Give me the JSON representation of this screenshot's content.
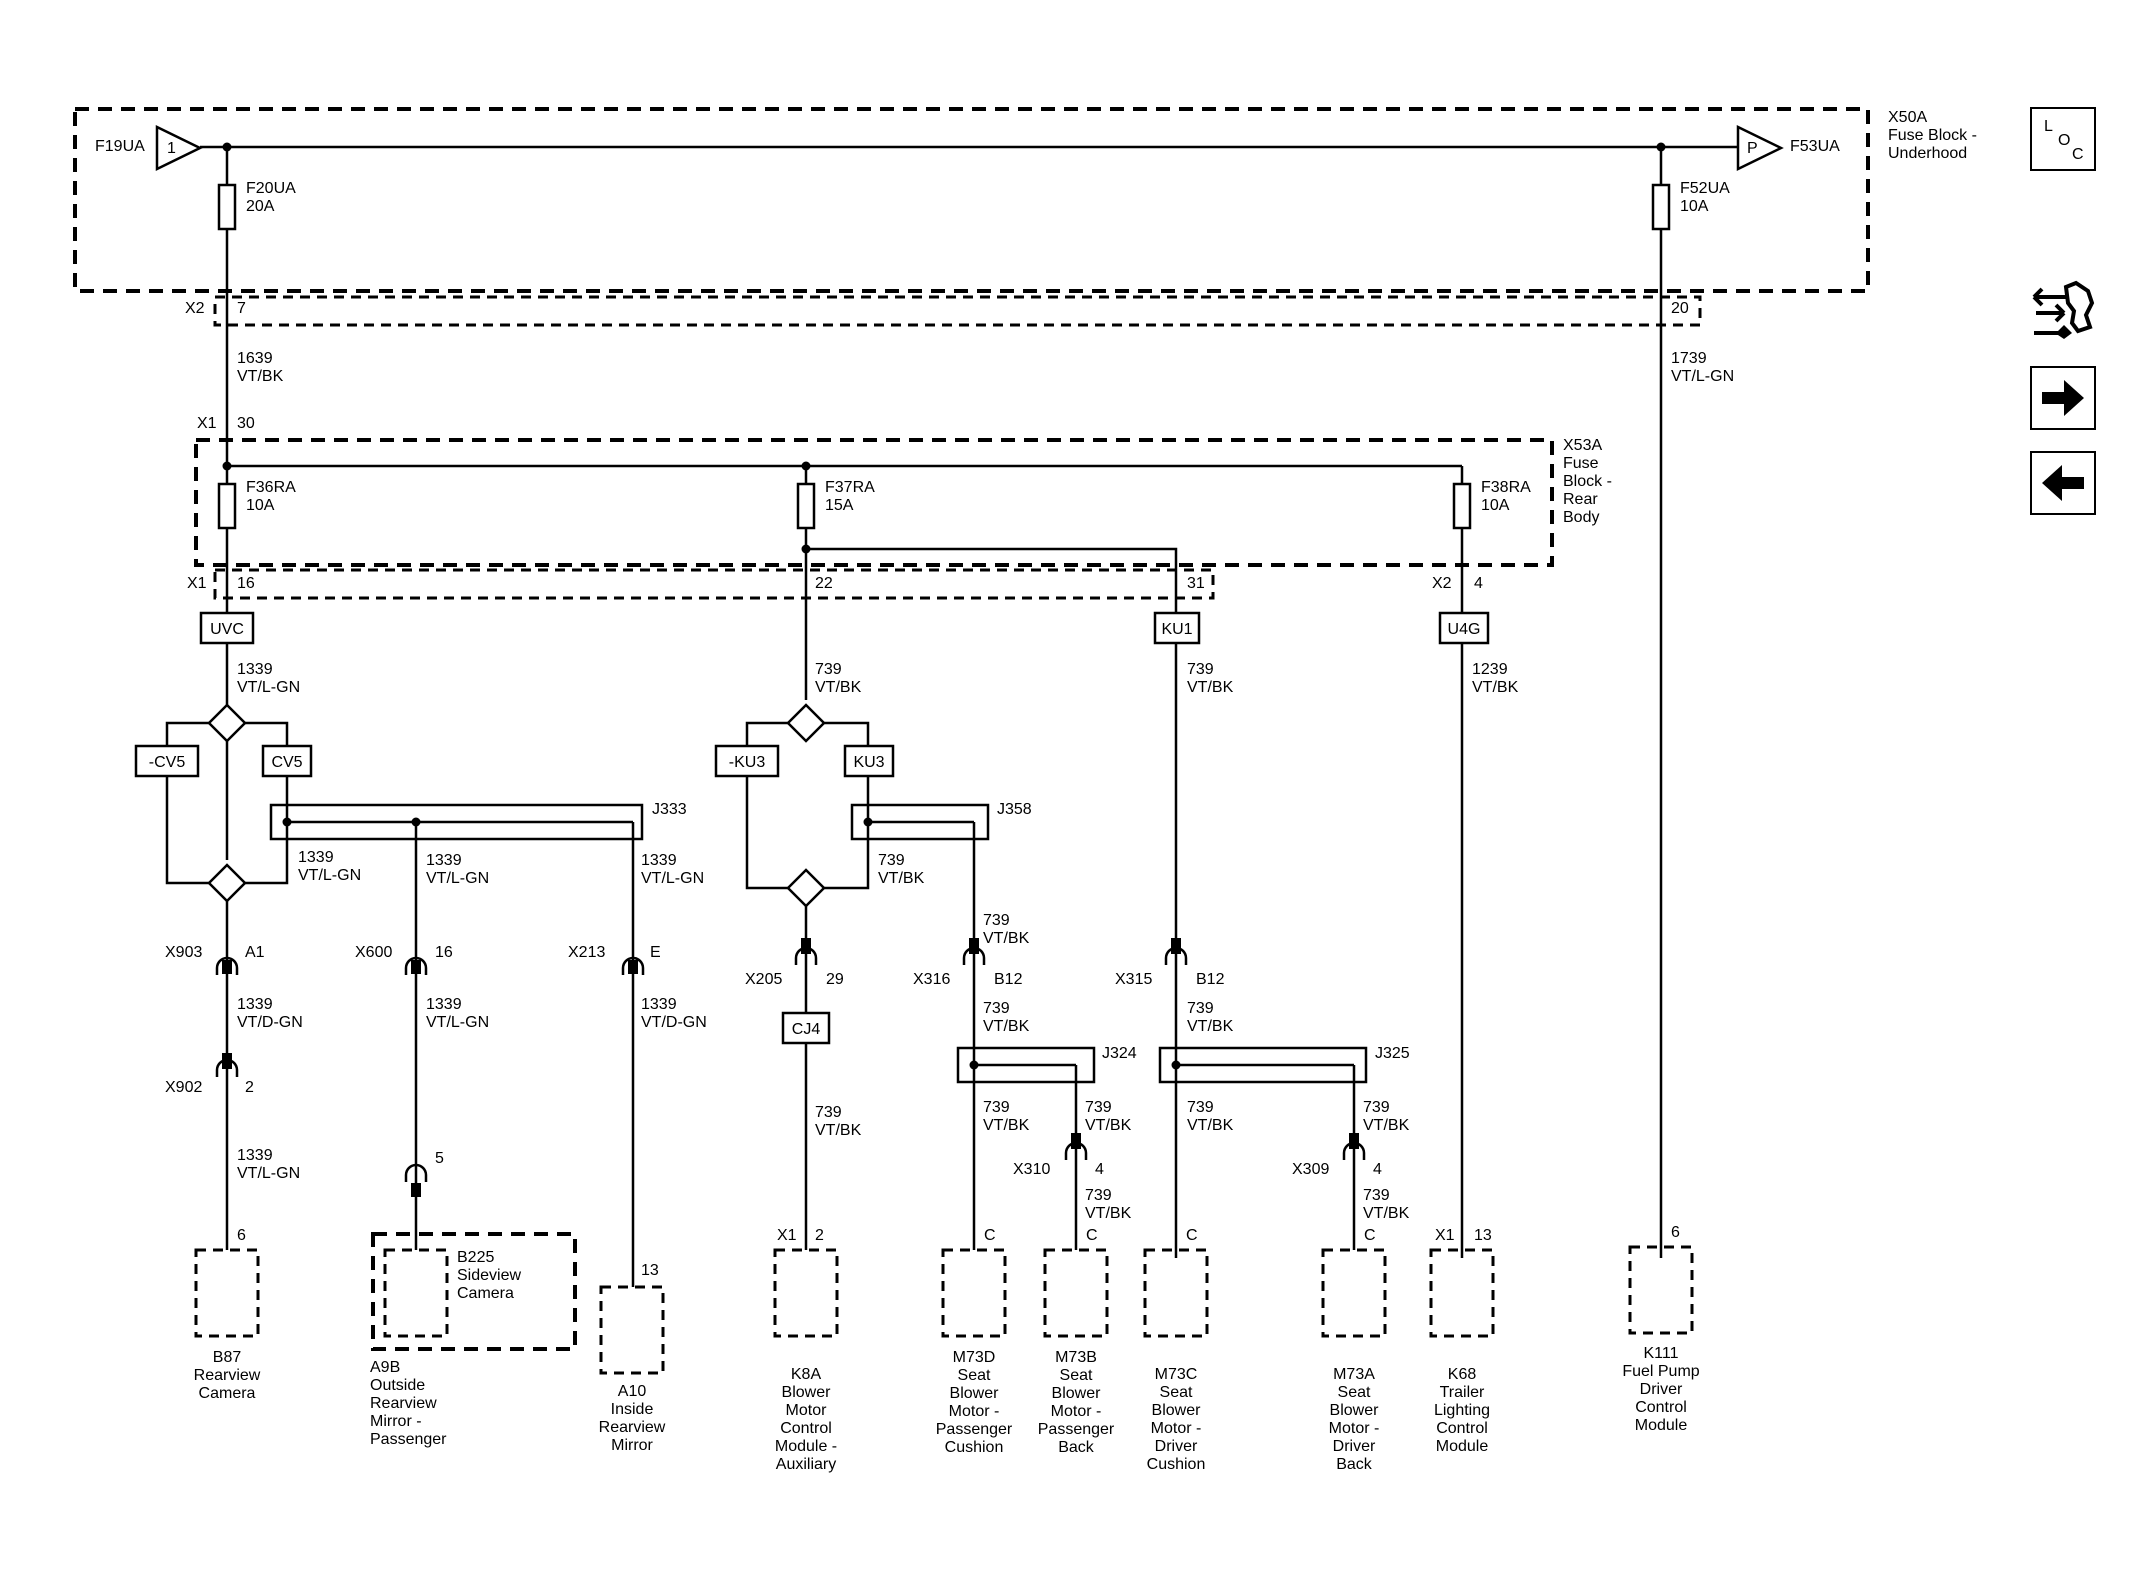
{
  "fuse_blocks": {
    "underhood": {
      "name": "X50A",
      "line1": "Fuse Block -",
      "line2": "Underhood"
    },
    "rear_body": {
      "name": "X53A",
      "line1": "Fuse",
      "line2": "Block -",
      "line3": "Rear",
      "line4": "Body"
    }
  },
  "bus_in": {
    "name": "F19UA",
    "pin": "1"
  },
  "bus_out": {
    "name": "F53UA",
    "pin": "P"
  },
  "fuses": {
    "f20": {
      "name": "F20UA",
      "rating": "20A"
    },
    "f52": {
      "name": "F52UA",
      "rating": "10A"
    },
    "f36": {
      "name": "F36RA",
      "rating": "10A"
    },
    "f37": {
      "name": "F37RA",
      "rating": "15A"
    },
    "f38": {
      "name": "F38RA",
      "rating": "10A"
    }
  },
  "connectors": {
    "x2_7": {
      "conn": "X2",
      "pin": "7"
    },
    "x2_20": {
      "pin": "20"
    },
    "x1_30": {
      "conn": "X1",
      "pin": "30"
    },
    "x1_16": {
      "conn": "X1",
      "pin": "16"
    },
    "p22": {
      "pin": "22"
    },
    "p31": {
      "pin": "31"
    },
    "x2_4": {
      "conn": "X2",
      "pin": "4"
    },
    "x903": {
      "conn": "X903",
      "pin": "A1"
    },
    "x902": {
      "conn": "X902",
      "pin": "2"
    },
    "x600": {
      "conn": "X600",
      "pin": "16"
    },
    "x600b": {
      "pin": "5"
    },
    "x213": {
      "conn": "X213",
      "pin": "E"
    },
    "x205": {
      "conn": "X205",
      "pin": "29"
    },
    "x316": {
      "conn": "X316",
      "pin": "B12"
    },
    "x315": {
      "conn": "X315",
      "pin": "B12"
    },
    "x310": {
      "conn": "X310",
      "pin": "4"
    },
    "x309": {
      "conn": "X309",
      "pin": "4"
    }
  },
  "wires": {
    "w1639": {
      "circuit": "1639",
      "color": "VT/BK"
    },
    "w1739": {
      "circuit": "1739",
      "color": "VT/L-GN"
    },
    "w1339a": {
      "circuit": "1339",
      "color": "VT/L-GN"
    },
    "w1339b": {
      "circuit": "1339",
      "color": "VT/L-GN"
    },
    "w1339c": {
      "circuit": "1339",
      "color": "VT/L-GN"
    },
    "w1339d": {
      "circuit": "1339",
      "color": "VT/L-GN"
    },
    "w1339e": {
      "circuit": "1339",
      "color": "VT/D-GN"
    },
    "w1339f": {
      "circuit": "1339",
      "color": "VT/L-GN"
    },
    "w1339g": {
      "circuit": "1339",
      "color": "VT/L-GN"
    },
    "w1339h": {
      "circuit": "1339",
      "color": "VT/D-GN"
    },
    "w739a": {
      "circuit": "739",
      "color": "VT/BK"
    },
    "w739b": {
      "circuit": "739",
      "color": "VT/BK"
    },
    "w739c": {
      "circuit": "739",
      "color": "VT/BK"
    },
    "w739d": {
      "circuit": "739",
      "color": "VT/BK"
    },
    "w739e": {
      "circuit": "739",
      "color": "VT/BK"
    },
    "w739f": {
      "circuit": "739",
      "color": "VT/BK"
    },
    "w739g": {
      "circuit": "739",
      "color": "VT/BK"
    },
    "w739h": {
      "circuit": "739",
      "color": "VT/BK"
    },
    "w739i": {
      "circuit": "739",
      "color": "VT/BK"
    },
    "w739j": {
      "circuit": "739",
      "color": "VT/BK"
    },
    "w739k": {
      "circuit": "739",
      "color": "VT/BK"
    },
    "w739l": {
      "circuit": "739",
      "color": "VT/BK"
    },
    "w739m": {
      "circuit": "739",
      "color": "VT/BK"
    },
    "w1239": {
      "circuit": "1239",
      "color": "VT/BK"
    }
  },
  "options": {
    "uvc": "UVC",
    "ku1": "KU1",
    "u4g": "U4G",
    "ncv5": "-CV5",
    "cv5": "CV5",
    "nku3": "-KU3",
    "ku3": "KU3",
    "cj4": "CJ4"
  },
  "splices": {
    "j333": "J333",
    "j358": "J358",
    "j324": "J324",
    "j325": "J325"
  },
  "components": {
    "b87": {
      "pin": "6",
      "l1": "B87",
      "l2": "Rearview",
      "l3": "Camera"
    },
    "a9b": {
      "l1": "A9B",
      "l2": "Outside",
      "l3": "Rearview",
      "l4": "Mirror -",
      "l5": "Passenger"
    },
    "b225": {
      "l1": "B225",
      "l2": "Sideview",
      "l3": "Camera"
    },
    "a10": {
      "pin": "13",
      "l1": "A10",
      "l2": "Inside",
      "l3": "Rearview",
      "l4": "Mirror"
    },
    "k8a": {
      "conn": "X1",
      "pin": "2",
      "l1": "K8A",
      "l2": "Blower",
      "l3": "Motor",
      "l4": "Control",
      "l5": "Module -",
      "l6": "Auxiliary"
    },
    "m73d": {
      "pin": "C",
      "l1": "M73D",
      "l2": "Seat",
      "l3": "Blower",
      "l4": "Motor -",
      "l5": "Passenger",
      "l6": "Cushion"
    },
    "m73b": {
      "pin": "C",
      "l1": "M73B",
      "l2": "Seat",
      "l3": "Blower",
      "l4": "Motor -",
      "l5": "Passenger",
      "l6": "Back"
    },
    "m73c": {
      "pin": "C",
      "l1": "M73C",
      "l2": "Seat",
      "l3": "Blower",
      "l4": "Motor -",
      "l5": "Driver",
      "l6": "Cushion"
    },
    "m73a": {
      "pin": "C",
      "l1": "M73A",
      "l2": "Seat",
      "l3": "Blower",
      "l4": "Motor -",
      "l5": "Driver",
      "l6": "Back"
    },
    "k68": {
      "conn": "X1",
      "pin": "13",
      "l1": "K68",
      "l2": "Trailer",
      "l3": "Lighting",
      "l4": "Control",
      "l5": "Module"
    },
    "k111": {
      "pin": "6",
      "l1": "K111",
      "l2": "Fuel Pump",
      "l3": "Driver",
      "l4": "Control",
      "l5": "Module"
    }
  },
  "nav": {
    "loc": {
      "l": "L",
      "o": "O",
      "c": "C"
    },
    "icons": [
      "connector-tool-icon",
      "arrow-right-icon",
      "arrow-left-icon"
    ]
  }
}
